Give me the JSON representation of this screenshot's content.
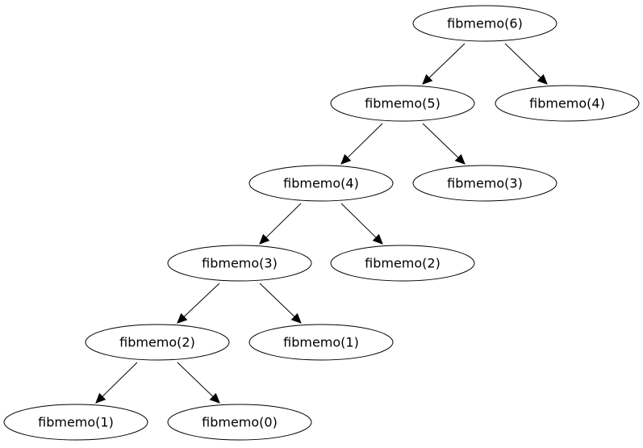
{
  "diagram": {
    "type": "call-tree",
    "colors": {
      "background": "#ffffff",
      "stroke": "#000000",
      "text": "#000000"
    },
    "nodes": [
      {
        "id": "n6",
        "label": "fibmemo(6)"
      },
      {
        "id": "n5",
        "label": "fibmemo(5)"
      },
      {
        "id": "n4b",
        "label": "fibmemo(4)"
      },
      {
        "id": "n4",
        "label": "fibmemo(4)"
      },
      {
        "id": "n3b",
        "label": "fibmemo(3)"
      },
      {
        "id": "n3",
        "label": "fibmemo(3)"
      },
      {
        "id": "n2b",
        "label": "fibmemo(2)"
      },
      {
        "id": "n2",
        "label": "fibmemo(2)"
      },
      {
        "id": "n1b",
        "label": "fibmemo(1)"
      },
      {
        "id": "n1",
        "label": "fibmemo(1)"
      },
      {
        "id": "n0",
        "label": "fibmemo(0)"
      }
    ],
    "edges": [
      {
        "from": "n6",
        "to": "n5"
      },
      {
        "from": "n6",
        "to": "n4b"
      },
      {
        "from": "n5",
        "to": "n4"
      },
      {
        "from": "n5",
        "to": "n3b"
      },
      {
        "from": "n4",
        "to": "n3"
      },
      {
        "from": "n4",
        "to": "n2b"
      },
      {
        "from": "n3",
        "to": "n2"
      },
      {
        "from": "n3",
        "to": "n1b"
      },
      {
        "from": "n2",
        "to": "n1"
      },
      {
        "from": "n2",
        "to": "n0"
      }
    ]
  }
}
